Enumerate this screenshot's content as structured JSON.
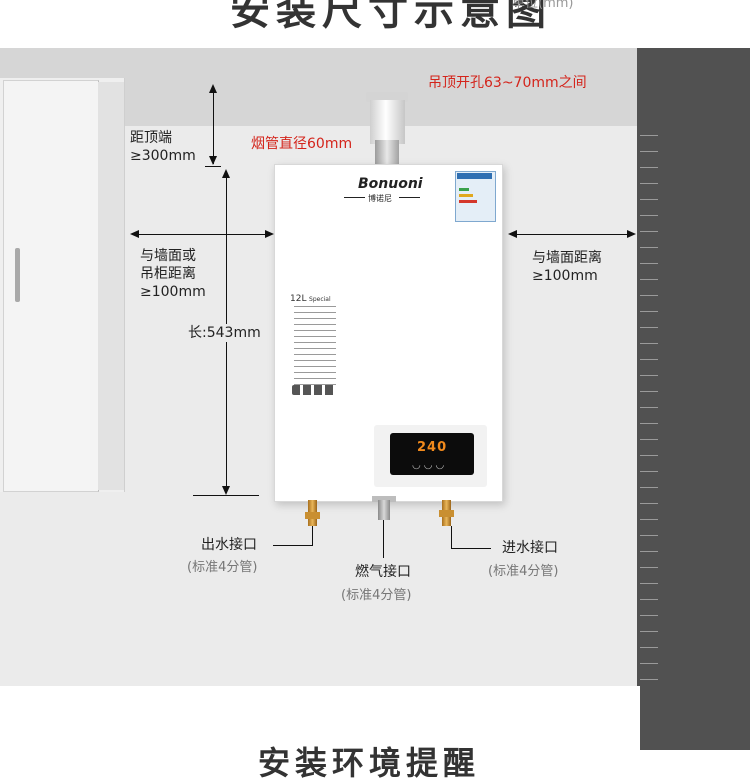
{
  "heading": {
    "title_partial": "安装尺寸示意图",
    "unit_partial": "单位(mm)"
  },
  "bottom_heading": "安装环境提醒",
  "heater": {
    "brand": "Bonuoni",
    "brand_cn": "博诺尼",
    "model": "12L",
    "model_tag": "Special",
    "display": "240"
  },
  "annotations": {
    "ceiling_hole": "吊顶开孔63~70mm之间",
    "flue_diameter": "烟管直径60mm",
    "top_gap_line1": "距顶端",
    "top_gap_line2": "≥300mm",
    "left_gap_line1": "与墙面或",
    "left_gap_line2": "吊柜距离",
    "left_gap_line3": "≥100mm",
    "length": "长:543mm",
    "right_gap_line1": "与墙面距离",
    "right_gap_line2": "≥100mm",
    "water_out": "出水接口",
    "water_out_note": "(标准4分管)",
    "gas_in": "燃气接口",
    "gas_in_note": "(标准4分管)",
    "water_in": "进水接口",
    "water_in_note": "(标准4分管)"
  },
  "colors": {
    "accent_red": "#d4241b",
    "wall_dark": "#515151",
    "display_text": "#f28a1c"
  }
}
